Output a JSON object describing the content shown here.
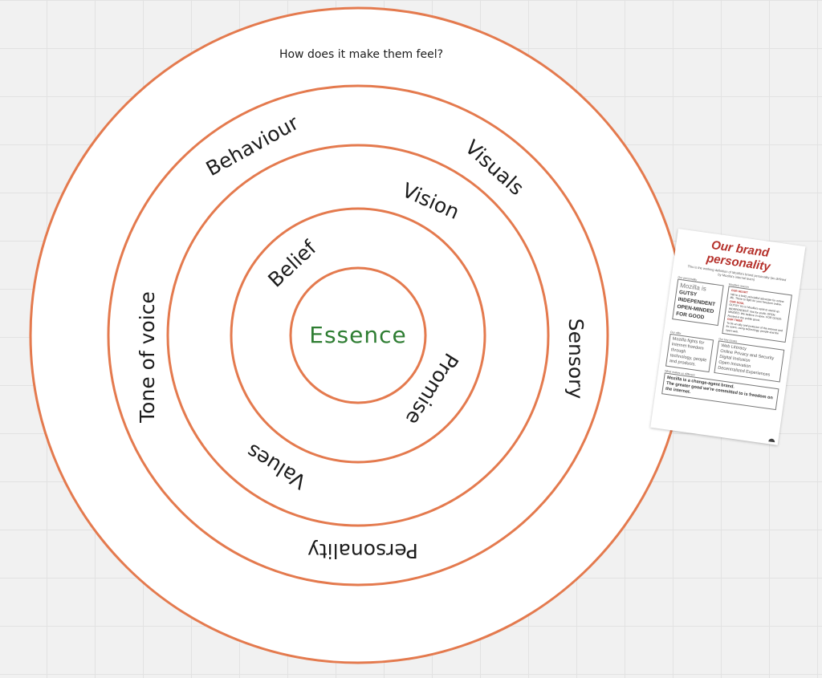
{
  "diagram": {
    "outer_question": "How does it make them feel?",
    "ring_color": "#e47a4e",
    "ring2": {
      "labels": [
        "Behaviour",
        "Visuals",
        "Tone of voice",
        "Sensory",
        "Personality"
      ]
    },
    "ring3": {
      "labels": [
        "Vision",
        "Values"
      ]
    },
    "ring4": {
      "labels": [
        "Belief",
        "Promise"
      ]
    },
    "center": {
      "label": "Essence",
      "color": "#2e7d32"
    }
  },
  "card": {
    "title": "Our brand personality",
    "subtitle": "This is the working definition of Mozilla's brand personality (as defined by Mozilla's internal team)",
    "personality_label": "Our personality",
    "personality_intro": "Mozilla is",
    "traits": [
      "GUTSY",
      "INDEPENDENT",
      "OPEN-MINDED",
      "FOR GOOD"
    ],
    "why_label": "Mozilla's reason",
    "why": [
      {
        "head": "OUR HEART",
        "text": "We're a bold, principled advocate for online life. There to fight for your freedom online."
      },
      {
        "head": "OUR SOUL",
        "text": "GUTSY: It's in Mozilla's spirit to stand up. INDEPENDENT: Not-for-profit. OPEN-MINDED: We believe in open. FOR GOOD: Rooted in the public good."
      },
      {
        "head": "OUR TRIBE",
        "text": "To be an ally and protector of the internet and its users, using technology, people and the open web."
      }
    ],
    "offer_label": "Our offer",
    "offer": "Mozilla fights for internet freedom through technology, people and products.",
    "issues_label": "Our key issues",
    "issues": [
      "Web Literacy",
      "Online Privacy and Security",
      "Digital Inclusion",
      "Open Innovation",
      "Decentralized Experiences"
    ],
    "diff_label": "What makes us different",
    "diff_line1": "Mozilla is a change-agent brand.",
    "diff_line2": "The greater good we're committed to is freedom on the internet."
  }
}
